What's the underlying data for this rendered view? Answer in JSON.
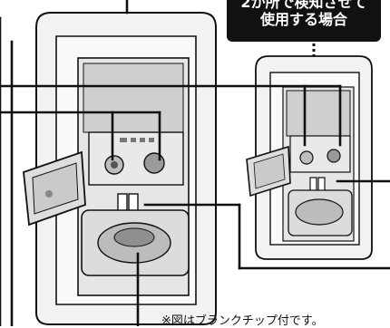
{
  "callout": {
    "line1": "2か所で検知させて",
    "line2": "使用する場合"
  },
  "note": "※図はブランクチップ付です。"
}
